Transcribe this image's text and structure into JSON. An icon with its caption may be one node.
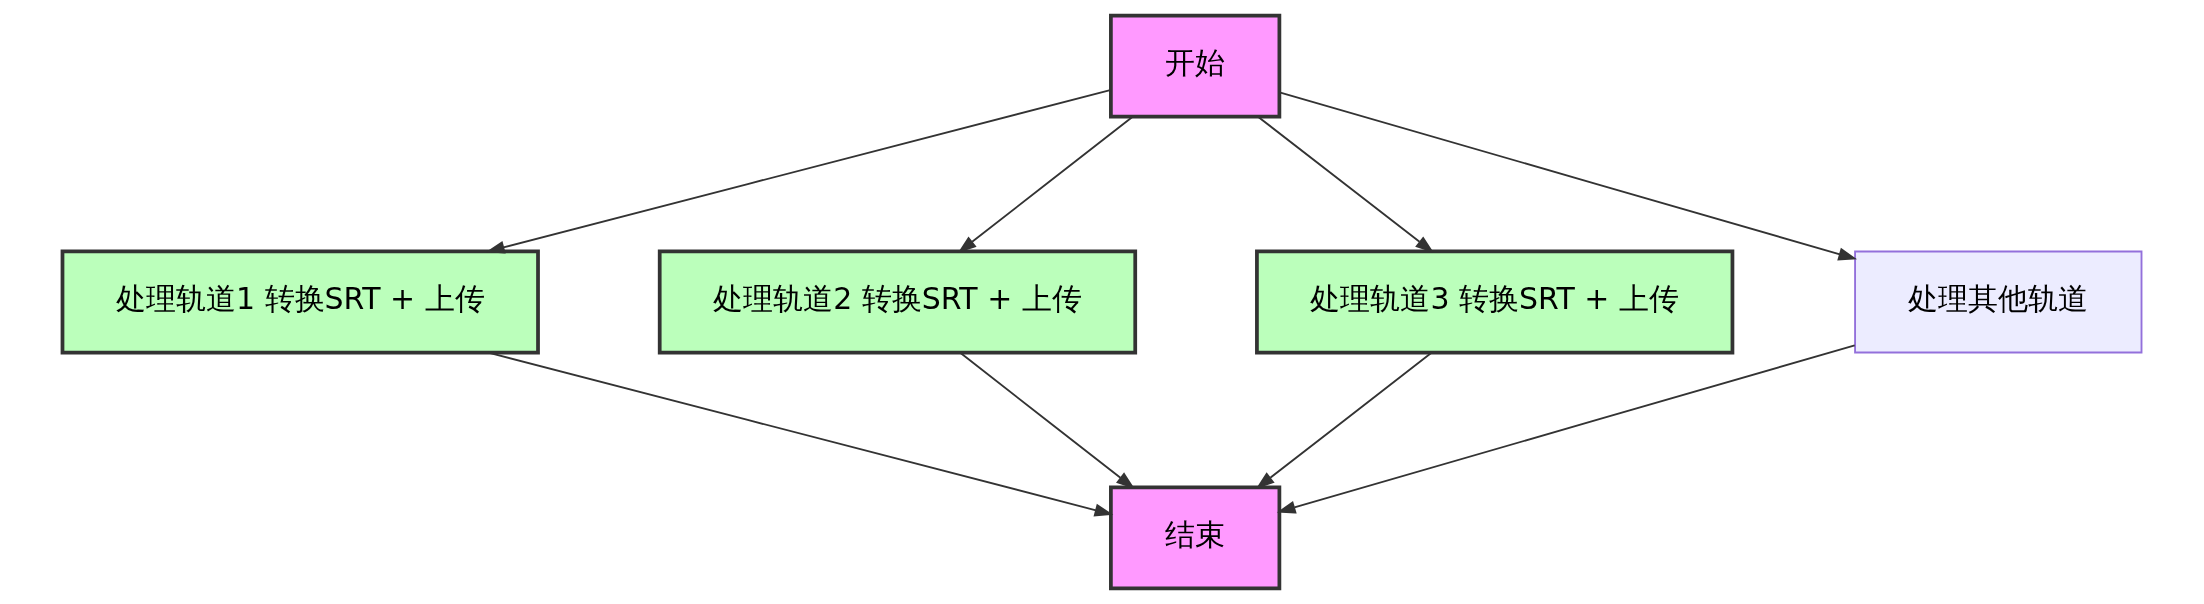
{
  "diagram": {
    "nodes": [
      {
        "text": [
          "开始"
        ]
      },
      {
        "text": [
          "处理轨道1 转换SRT + 上传"
        ]
      },
      {
        "text": [
          "处理轨道2 转换SRT + 上传"
        ]
      },
      {
        "text": [
          "处理轨道3 转换SRT + 上传"
        ]
      },
      {
        "text": [
          "处理其他轨道"
        ]
      },
      {
        "text": [
          "结束"
        ]
      }
    ],
    "edges": [
      {
        "from": 0,
        "to": 1,
        "arrow": "to"
      },
      {
        "from": 0,
        "to": 2,
        "arrow": "to"
      },
      {
        "from": 0,
        "to": 3,
        "arrow": "to"
      },
      {
        "from": 0,
        "to": 4,
        "arrow": "to"
      },
      {
        "from": 1,
        "to": 5,
        "arrow": "to"
      },
      {
        "from": 2,
        "to": 5,
        "arrow": "to"
      },
      {
        "from": 3,
        "to": 5,
        "arrow": "to"
      },
      {
        "from": 4,
        "to": 5,
        "arrow": "to"
      }
    ]
  }
}
